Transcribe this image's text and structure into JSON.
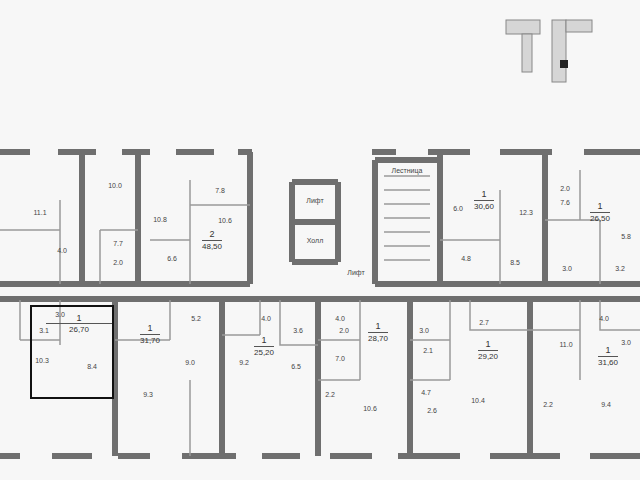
{
  "diagram": {
    "nodes": [
      {
        "text": [
          "2",
          "48,50"
        ]
      },
      {
        "text": [
          "1",
          "30,60"
        ]
      },
      {
        "text": [
          "1",
          "26,50"
        ]
      },
      {
        "text": [
          "1",
          "26,70"
        ]
      },
      {
        "text": [
          "1",
          "31,70"
        ]
      },
      {
        "text": [
          "1",
          "25,20"
        ]
      },
      {
        "text": [
          "1",
          "28,70"
        ]
      },
      {
        "text": [
          "1",
          "29,20"
        ]
      },
      {
        "text": [
          "1",
          "31,60"
        ]
      }
    ],
    "labels": [
      "11.1",
      "4.0",
      "10.0",
      "7.7",
      "2.0",
      "10.8",
      "6.6",
      "7.8",
      "10.6",
      "Лифт",
      "Холл",
      "Лифт",
      "Лестница",
      "6.0",
      "12.3",
      "4.8",
      "8.5",
      "2.0",
      "7.6",
      "5.8",
      "3.0",
      "3.2",
      "3.0",
      "3.1",
      "10.3",
      "8.4",
      "5.2",
      "9.0",
      "9.3",
      "4.0",
      "3.6",
      "9.2",
      "6.5",
      "4.0",
      "2.0",
      "7.0",
      "2.2",
      "10.6",
      "3.0",
      "2.1",
      "4.7",
      "2.6",
      "2.7",
      "10.4",
      "11.0",
      "2.2",
      "4.0",
      "3.0",
      "9.4"
    ]
  }
}
